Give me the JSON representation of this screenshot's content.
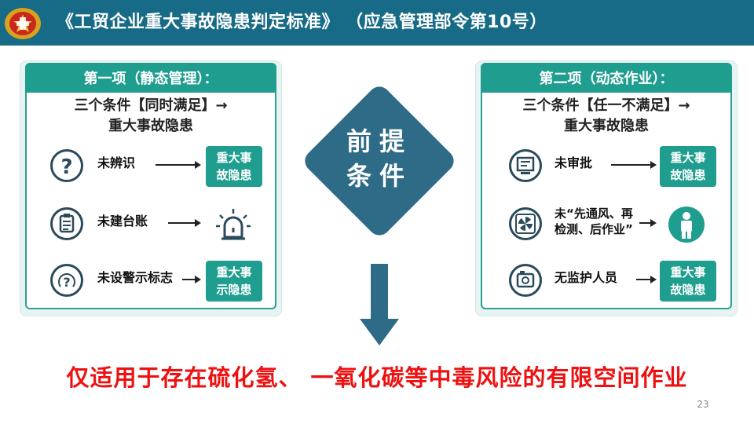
{
  "header": {
    "title": "《工贸企业重大事故隐患判定标准》 （应急管理部令第10号）",
    "bg_color": "#176b86"
  },
  "left_panel": {
    "heading": "第一项（静态管理）：",
    "condition_line1": "三个条件【同时满足】→",
    "condition_line2": "重大事故隐患",
    "rows": [
      {
        "icon": "question-mark-icon",
        "label": "未辨识",
        "result_line1": "重大事",
        "result_line2": "故隐患"
      },
      {
        "icon": "clipboard-icon",
        "label": "未建台账",
        "result_icon": "alarm-light-icon"
      },
      {
        "icon": "warning-sign-icon",
        "label": "未设警示标志",
        "result_line1": "重大事",
        "result_line2": "示隐患"
      }
    ]
  },
  "center": {
    "line1": "前提",
    "line2": "条件",
    "diamond_color": "#2e6b86"
  },
  "right_panel": {
    "heading": "第二项（动态作业）：",
    "condition_line1": "三个条件【任一不满足】→",
    "condition_line2": "重大事故隐患",
    "rows": [
      {
        "icon": "approval-document-icon",
        "label": "未审批",
        "result_line1": "重大事",
        "result_line2": "故隐患"
      },
      {
        "icon": "ventilation-fan-icon",
        "label_line1": "未“先通风、再",
        "label_line2": "检测、后作业”",
        "result_icon": "person-icon"
      },
      {
        "icon": "camera-monitor-icon",
        "label": "无监护人员",
        "result_line1": "重大事",
        "result_line2": "故隐患"
      }
    ]
  },
  "bottom_note": "仅适用于存在硫化氢、 一氧化碳等中毒风险的有限空间作业",
  "page_number": "23",
  "colors": {
    "teal": "#1f9e8f",
    "accent_red": "#ee1111"
  }
}
